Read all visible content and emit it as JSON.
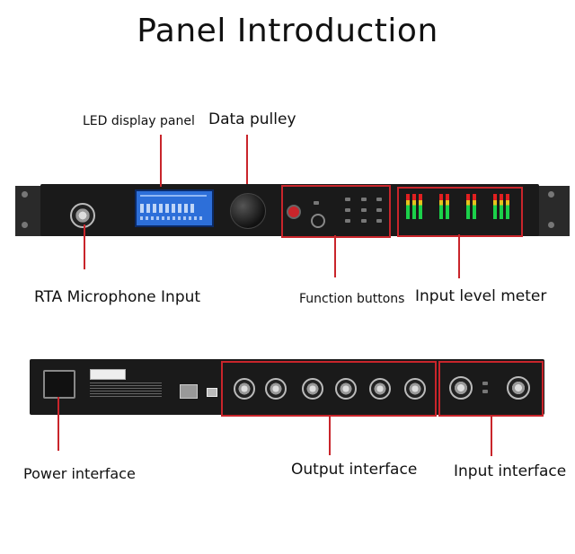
{
  "title": "Panel Introduction",
  "labels": {
    "led_display_panel": "LED display panel",
    "data_pulley": "Data pulley",
    "rta_mic_input": "RTA Microphone Input",
    "function_buttons": "Function buttons",
    "input_level_meter": "Input level meter",
    "power_interface": "Power interface",
    "output_interface": "Output interface",
    "input_interface": "Input interface"
  },
  "colors": {
    "accent_red": "#c9252b",
    "chassis": "#1a1a1a",
    "lcd_blue": "#2d6fd9"
  }
}
